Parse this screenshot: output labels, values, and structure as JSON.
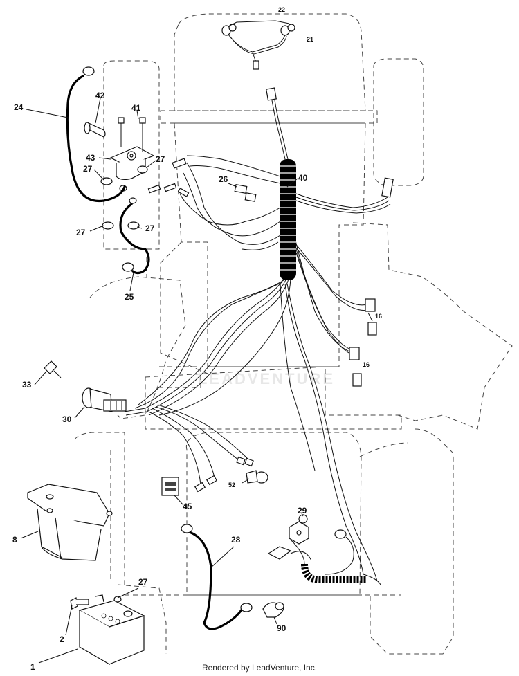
{
  "diagram": {
    "callouts": [
      {
        "id": "c22",
        "text": "22"
      },
      {
        "id": "c21",
        "text": "21"
      },
      {
        "id": "c24",
        "text": "24"
      },
      {
        "id": "c42",
        "text": "42"
      },
      {
        "id": "c41",
        "text": "41"
      },
      {
        "id": "c43",
        "text": "43"
      },
      {
        "id": "c27a",
        "text": "27"
      },
      {
        "id": "c27b",
        "text": "27"
      },
      {
        "id": "c27c",
        "text": "27"
      },
      {
        "id": "c27d",
        "text": "27"
      },
      {
        "id": "c27e",
        "text": "27"
      },
      {
        "id": "c26",
        "text": "26"
      },
      {
        "id": "c40",
        "text": "40"
      },
      {
        "id": "c25",
        "text": "25"
      },
      {
        "id": "c16a",
        "text": "16"
      },
      {
        "id": "c16b",
        "text": "16"
      },
      {
        "id": "c33",
        "text": "33"
      },
      {
        "id": "c30",
        "text": "30"
      },
      {
        "id": "c52",
        "text": "52"
      },
      {
        "id": "c45",
        "text": "45"
      },
      {
        "id": "c29",
        "text": "29"
      },
      {
        "id": "c28",
        "text": "28"
      },
      {
        "id": "c8",
        "text": "8"
      },
      {
        "id": "c2",
        "text": "2"
      },
      {
        "id": "c90",
        "text": "90"
      },
      {
        "id": "c1",
        "text": "1"
      }
    ]
  },
  "watermark": "LEADVENTURE",
  "footer": "Rendered by LeadVenture, Inc."
}
